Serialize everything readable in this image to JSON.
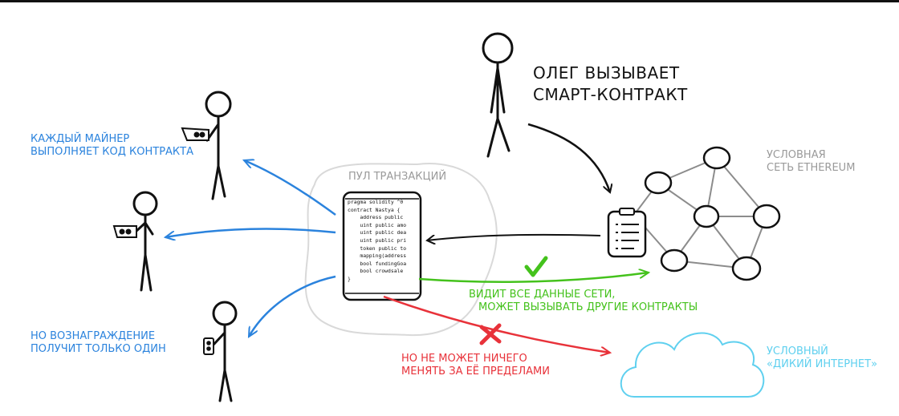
{
  "labels": {
    "oleg_line1": "ОЛЕГ ВЫЗЫВАЕТ",
    "oleg_line2": "СМАРТ-КОНТРАКТ",
    "miners_line1": "КАЖДЫЙ МАЙНЕР",
    "miners_line2": "ВЫПОЛНЯЕТ КОД КОНТРАКТА",
    "reward_line1": "НО ВОЗНАГРАЖДЕНИЕ",
    "reward_line2": "ПОЛУЧИТ ТОЛЬКО ОДИН",
    "pool": "ПУЛ ТРАНЗАКЦИЙ",
    "network_line1": "УСЛОВНАЯ",
    "network_line2": "СЕТЬ ETHEREUM",
    "sees_line1": "ВИДИТ ВСЕ ДАННЫЕ СЕТИ,",
    "sees_line2": "МОЖЕТ ВЫЗЫВАТЬ ДРУГИЕ КОНТРАКТЫ",
    "cannot_line1": "НО НЕ МОЖЕТ НИЧЕГО",
    "cannot_line2": "МЕНЯТЬ ЗА ЕЁ ПРЕДЕЛАМИ",
    "internet_line1": "УСЛОВНЫЙ",
    "internet_line2": "«ДИКИЙ ИНТЕРНЕТ»"
  },
  "code_lines": [
    "pragma solidity ^0",
    "",
    "contract Nastya {",
    "    address public",
    "    uint public amo",
    "    uint public dea",
    "    uint public pri",
    "    token public to",
    "    mapping(address",
    "    bool fundingGoa",
    "    bool crowdsale",
    "}"
  ],
  "icons": {
    "check": "check-mark-icon",
    "cross": "cross-mark-icon",
    "document": "contract-document-icon",
    "cloud": "cloud-icon",
    "phone": "phone-icon"
  },
  "colors": {
    "blue": "#2b83dd",
    "green": "#44c21c",
    "red": "#e8323a",
    "cyan": "#5fd0ef",
    "grey": "#9a9a9a",
    "ink": "#111111"
  }
}
